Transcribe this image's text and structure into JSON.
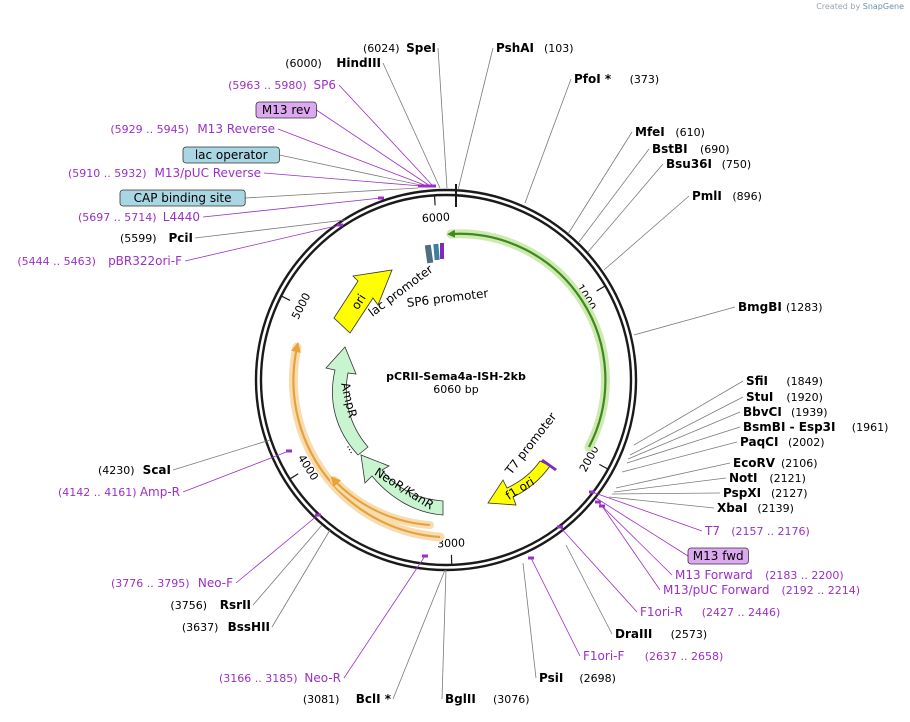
{
  "credit": {
    "prefix": "Created by",
    "brand": "SnapGene"
  },
  "plasmid": {
    "name": "pCRII-Sema4a-ISH-2kb",
    "length_label": "6060 bp",
    "length": 6060
  },
  "ticks": [
    {
      "pos": 1000,
      "label": "1000"
    },
    {
      "pos": 2000,
      "label": "2000"
    },
    {
      "pos": 3000,
      "label": "3000"
    },
    {
      "pos": 4000,
      "label": "4000"
    },
    {
      "pos": 5000,
      "label": "5000"
    },
    {
      "pos": 6000,
      "label": "6000"
    }
  ],
  "sites": [
    {
      "name": "SpeI",
      "pos_label": "(6024)",
      "side": "left"
    },
    {
      "name": "HindIII",
      "pos_label": "(6000)",
      "side": "left"
    },
    {
      "name": "PshAI",
      "pos_label": "(103)",
      "side": "right"
    },
    {
      "name": "PfoI *",
      "pos_label": "(373)",
      "side": "right"
    },
    {
      "name": "MfeI",
      "pos_label": "(610)",
      "side": "right"
    },
    {
      "name": "BstBI",
      "pos_label": "(690)",
      "side": "right"
    },
    {
      "name": "Bsu36I",
      "pos_label": "(750)",
      "side": "right"
    },
    {
      "name": "PmlI",
      "pos_label": "(896)",
      "side": "right"
    },
    {
      "name": "BmgBI",
      "pos_label": "(1283)",
      "side": "right"
    },
    {
      "name": "SfiI",
      "pos_label": "(1849)",
      "side": "right"
    },
    {
      "name": "StuI",
      "pos_label": "(1920)",
      "side": "right"
    },
    {
      "name": "BbvCI",
      "pos_label": "(1939)",
      "side": "right"
    },
    {
      "name": "BsmBI - Esp3I",
      "pos_label": "(1961)",
      "side": "right"
    },
    {
      "name": "PaqCI",
      "pos_label": "(2002)",
      "side": "right"
    },
    {
      "name": "EcoRV",
      "pos_label": "(2106)",
      "side": "right"
    },
    {
      "name": "NotI",
      "pos_label": "(2121)",
      "side": "right"
    },
    {
      "name": "PspXI",
      "pos_label": "(2127)",
      "side": "right"
    },
    {
      "name": "XbaI",
      "pos_label": "(2139)",
      "side": "right"
    },
    {
      "name": "DraIII",
      "pos_label": "(2573)",
      "side": "right"
    },
    {
      "name": "PsiI",
      "pos_label": "(2698)",
      "side": "right"
    },
    {
      "name": "BglII",
      "pos_label": "(3076)",
      "side": "right"
    },
    {
      "name": "BclI *",
      "pos_label": "(3081)",
      "side": "left"
    },
    {
      "name": "BssHII",
      "pos_label": "(3637)",
      "side": "left"
    },
    {
      "name": "RsrII",
      "pos_label": "(3756)",
      "side": "left"
    },
    {
      "name": "ScaI",
      "pos_label": "(4230)",
      "side": "left"
    },
    {
      "name": "PciI",
      "pos_label": "(5599)",
      "side": "left"
    }
  ],
  "primers": [
    {
      "name": "SP6",
      "range": "(5963 .. 5980)",
      "side": "left"
    },
    {
      "name": "M13 Reverse",
      "range": "(5929 .. 5945)",
      "side": "left"
    },
    {
      "name": "M13/pUC Reverse",
      "range": "(5910 .. 5932)",
      "side": "left"
    },
    {
      "name": "L4440",
      "range": "(5697 .. 5714)",
      "side": "left"
    },
    {
      "name": "pBR322ori-F",
      "range": "(5444 .. 5463)",
      "side": "left"
    },
    {
      "name": "Amp-R",
      "range": "(4142 .. 4161)",
      "side": "left"
    },
    {
      "name": "Neo-F",
      "range": "(3776 .. 3795)",
      "side": "left"
    },
    {
      "name": "Neo-R",
      "range": "(3166 .. 3185)",
      "side": "left"
    },
    {
      "name": "T7",
      "range": "(2157 .. 2176)",
      "side": "right"
    },
    {
      "name": "M13 Forward",
      "range": "(2183 .. 2200)",
      "side": "right"
    },
    {
      "name": "M13/pUC Forward",
      "range": "(2192 .. 2214)",
      "side": "right"
    },
    {
      "name": "F1ori-R",
      "range": "(2427 .. 2446)",
      "side": "right"
    },
    {
      "name": "F1ori-F",
      "range": "(2637 .. 2658)",
      "side": "right"
    }
  ],
  "boxed_features": [
    {
      "name": "M13 rev",
      "style": "purple"
    },
    {
      "name": "lac operator",
      "style": "teal"
    },
    {
      "name": "CAP binding site",
      "style": "teal"
    },
    {
      "name": "M13 fwd",
      "style": "purple"
    }
  ],
  "inner_labels": {
    "ori": "ori",
    "lac_promoter": "lac promoter",
    "sp6_promoter": "SP6 promoter",
    "ampr": "AmpR",
    "neo_kanr": "NeoR/KanR",
    "t7_promoter": "T7 promoter",
    "f1_ori": "f1 ori",
    "ellipsis": "..."
  },
  "colors": {
    "site_text": "#000000",
    "primer_text": "#9b2fc7",
    "primer_line": "#9b2fc7",
    "site_line": "#7a7a7a",
    "ring": "#1a1a1a",
    "insert": "#3d8a1e",
    "insert_glow": "#cfeab0",
    "orange": "#e8a23a",
    "orange_glow": "#f7dcb0",
    "ori_fill": "#ffff00",
    "ampr_fill": "#c8f5cf",
    "purple_box": "#dca8f0",
    "teal_box": "#a8d6e3"
  }
}
